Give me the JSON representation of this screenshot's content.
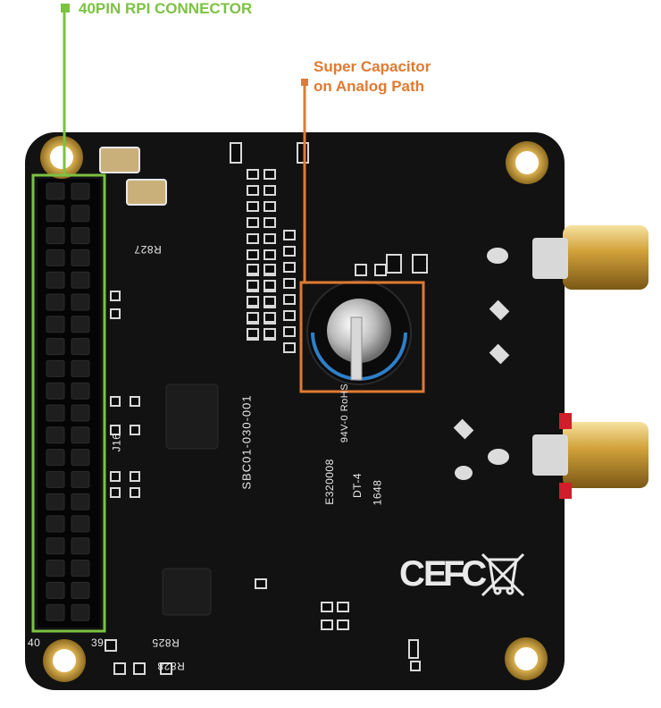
{
  "callouts": {
    "rpi_connector": "40PIN RPI CONNECTOR",
    "super_cap_line1": "Super Capacitor",
    "super_cap_line2": "on Analog Path"
  },
  "silkscreen": {
    "r827": "R827",
    "r825": "R825",
    "r828": "R828",
    "j16": "J16",
    "board_id": "SBC01-030-001",
    "pin_40": "40",
    "pin_39": "39",
    "rohs": "94V-0 RoHS",
    "e_code": "E320008",
    "dt": "DT-4",
    "date_code": "1648",
    "ce": "CE",
    "fc": "FC"
  },
  "colors": {
    "rpi_accent": "#7cc242",
    "cap_accent": "#e07a32",
    "board": "#111111",
    "gold": "#c9a03a"
  },
  "icons": [
    "weee-bin-icon"
  ]
}
